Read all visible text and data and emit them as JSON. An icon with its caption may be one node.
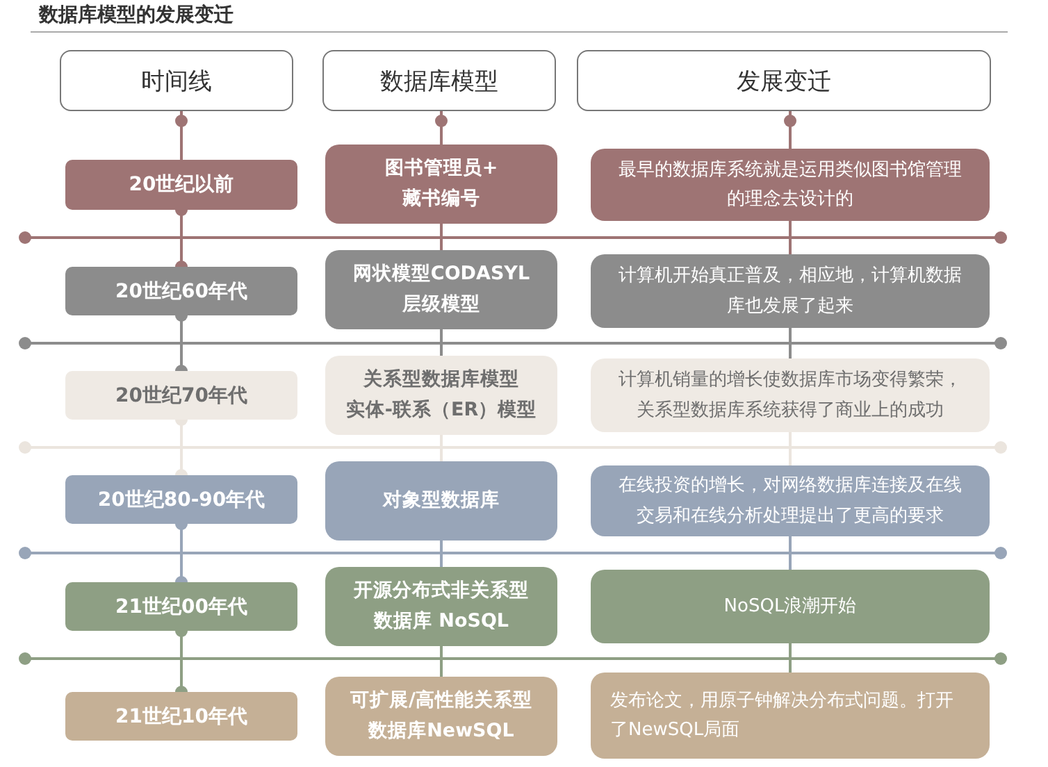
{
  "diagram": {
    "title": "数据库模型的发展变迁",
    "nodes": [
      {
        "text": [
          "时间线"
        ]
      },
      {
        "text": [
          "数据库模型"
        ]
      },
      {
        "text": [
          "发展变迁"
        ]
      },
      {
        "text": [
          "20世纪以前"
        ]
      },
      {
        "text": [
          "图书管理员+藏书编号"
        ]
      },
      {
        "text": [
          "最早的数据库系统就是运用类似图书馆管理的理念去设计的"
        ]
      },
      {
        "text": [
          "20世纪60年代"
        ]
      },
      {
        "text": [
          "网状模型CODASYL层级模型"
        ]
      },
      {
        "text": [
          "计算机开始真正普及，相应地，计算机数据库也发展了起来"
        ]
      },
      {
        "text": [
          "20世纪70年代"
        ]
      },
      {
        "text": [
          "关系型数据库模型实体-联系（ER）模型"
        ]
      },
      {
        "text": [
          "计算机销量的增长使数据库市场变得繁荣，关系型数据库系统获得了商业上的成功"
        ]
      },
      {
        "text": [
          "20世纪80-90年代"
        ]
      },
      {
        "text": [
          "对象型数据库"
        ]
      },
      {
        "text": [
          "在线投资的增长，对网络数据库连接及在线交易和在线分析处理提出了更高的要求"
        ]
      },
      {
        "text": [
          "21世纪00年代"
        ]
      },
      {
        "text": [
          "开源分布式非关系型数据库 NoSQL"
        ]
      },
      {
        "text": [
          "NoSQL浪潮开始"
        ]
      },
      {
        "text": [
          "21世纪10年代"
        ]
      },
      {
        "text": [
          "可扩展/高性能关系型数据库NewSQL"
        ]
      },
      {
        "text": [
          "发布论文，用原子钟解决分布式问题。打开了NewSQL局面"
        ]
      }
    ],
    "edges": [
      {
        "from": 0,
        "to": 3,
        "arrow": "other",
        "color": "#9e7474"
      },
      {
        "from": 1,
        "to": 4,
        "arrow": "other",
        "color": "#9e7474"
      },
      {
        "from": 2,
        "to": 5,
        "arrow": "other",
        "color": "#9e7474"
      },
      {
        "from": 3,
        "to": 6,
        "arrow": "other",
        "color": "#9e7474"
      },
      {
        "from": 4,
        "to": 7,
        "arrow": "none",
        "color": "#9e7474"
      },
      {
        "from": 5,
        "to": 8,
        "arrow": "none",
        "color": "#9e7474"
      },
      {
        "from": 6,
        "to": 9,
        "arrow": "other",
        "color": "#8c8c8c"
      },
      {
        "from": 7,
        "to": 10,
        "arrow": "none",
        "color": "#8c8c8c"
      },
      {
        "from": 8,
        "to": 11,
        "arrow": "none",
        "color": "#8c8c8c"
      },
      {
        "from": 9,
        "to": 12,
        "arrow": "other",
        "color": "#ebe5de"
      },
      {
        "from": 10,
        "to": 13,
        "arrow": "none",
        "color": "#ebe5de"
      },
      {
        "from": 11,
        "to": 14,
        "arrow": "none",
        "color": "#ebe5de"
      },
      {
        "from": 12,
        "to": 15,
        "arrow": "other",
        "color": "#98a5b8"
      },
      {
        "from": 13,
        "to": 16,
        "arrow": "none",
        "color": "#98a5b8"
      },
      {
        "from": 14,
        "to": 17,
        "arrow": "none",
        "color": "#98a5b8"
      },
      {
        "from": 15,
        "to": 18,
        "arrow": "other",
        "color": "#8e9f84"
      },
      {
        "from": 16,
        "to": 19,
        "arrow": "none",
        "color": "#8e9f84"
      },
      {
        "from": 17,
        "to": 20,
        "arrow": "none",
        "color": "#8e9f84"
      }
    ]
  }
}
